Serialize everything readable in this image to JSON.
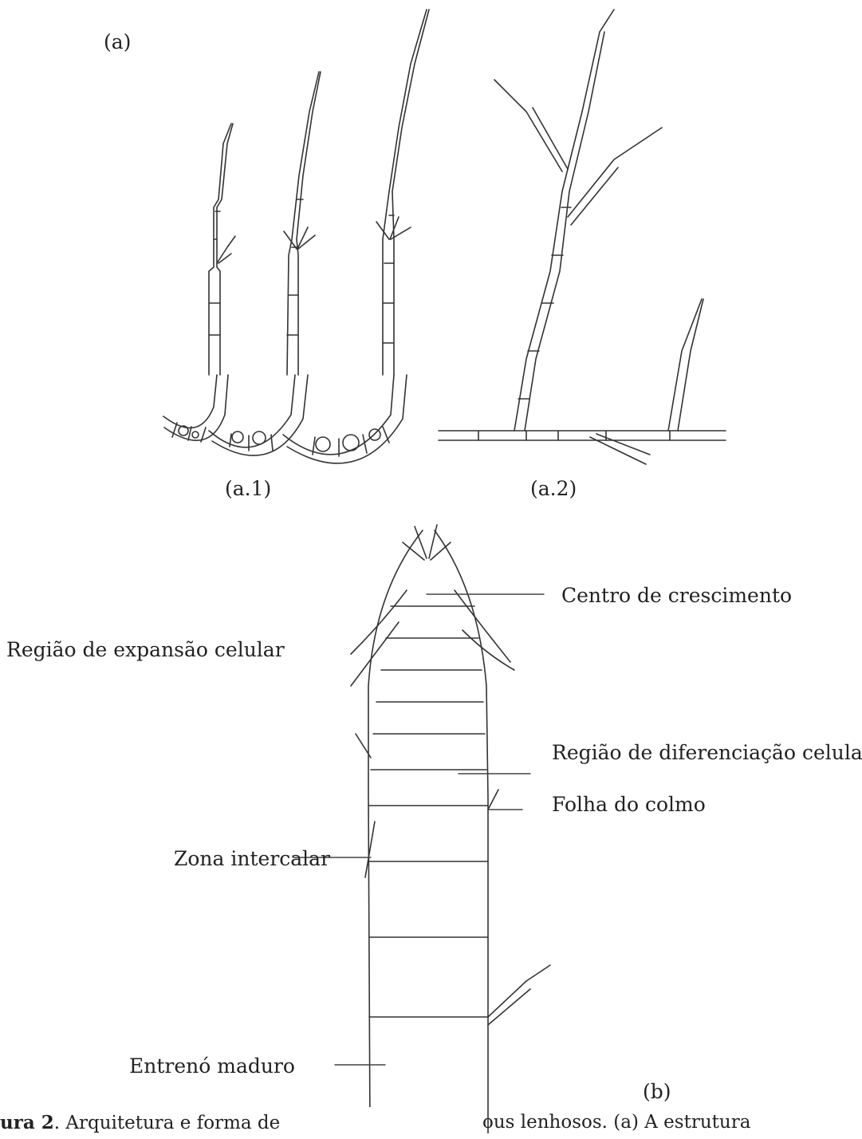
{
  "figure": {
    "part_a": {
      "label": "(a)",
      "sub1": "(a.1)",
      "sub2": "(a.2)"
    },
    "part_b": {
      "label": "(b)",
      "annotations": {
        "growth_center": "Centro de crescimento",
        "cell_expansion": "Região de expansão celular",
        "cell_differentiation": "Região de diferenciação celular",
        "culm_leaf": "Folha do colmo",
        "intercalary_zone": "Zona intercalar",
        "mature_internode": "Entrenó maduro"
      }
    },
    "caption": {
      "bold": "ura 2",
      "left": ". Arquitetura e forma de",
      "right": "ous lenhosos. (a) A estrutura"
    }
  },
  "colors": {
    "ink": "#222222",
    "background": "#ffffff"
  }
}
